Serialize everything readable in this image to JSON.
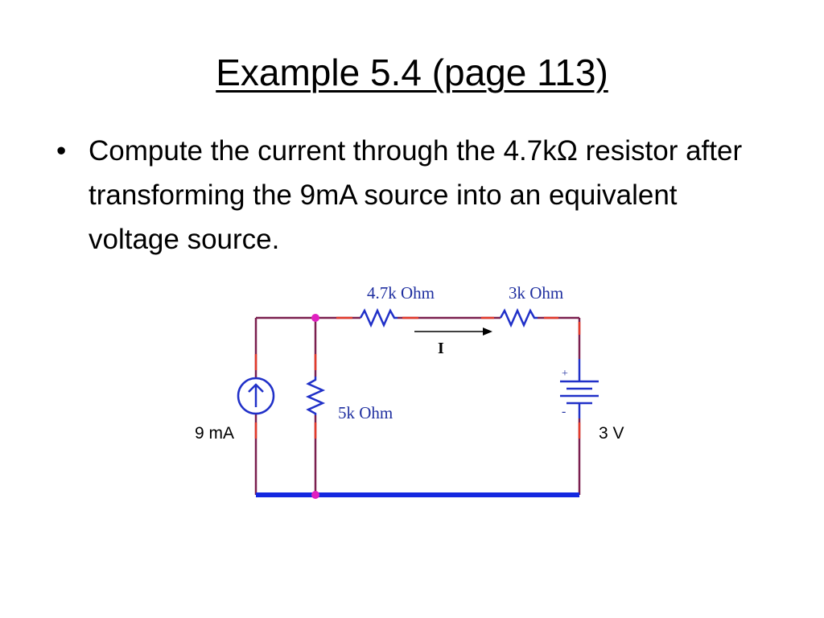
{
  "slide": {
    "title": "Example 5.4 (page 113)",
    "bullet_symbol": "•",
    "bullet_text": "Compute the current through the 4.7kΩ resistor after transforming the 9mA source into an equivalent voltage source."
  },
  "circuit": {
    "labels": {
      "r1": "4.7k Ohm",
      "r2": "3k Ohm",
      "r3": "5k Ohm",
      "current": "I",
      "current_source": "9 mA",
      "voltage_source": "3 V",
      "plus": "+",
      "minus": "-"
    },
    "colors": {
      "wire": "#7a1f4f",
      "wire_segment_highlight": "#e23a2a",
      "ground_bus": "#1428e0",
      "component": "#2030c8",
      "node": "#e020c0",
      "label": "#1f2fa0"
    }
  }
}
